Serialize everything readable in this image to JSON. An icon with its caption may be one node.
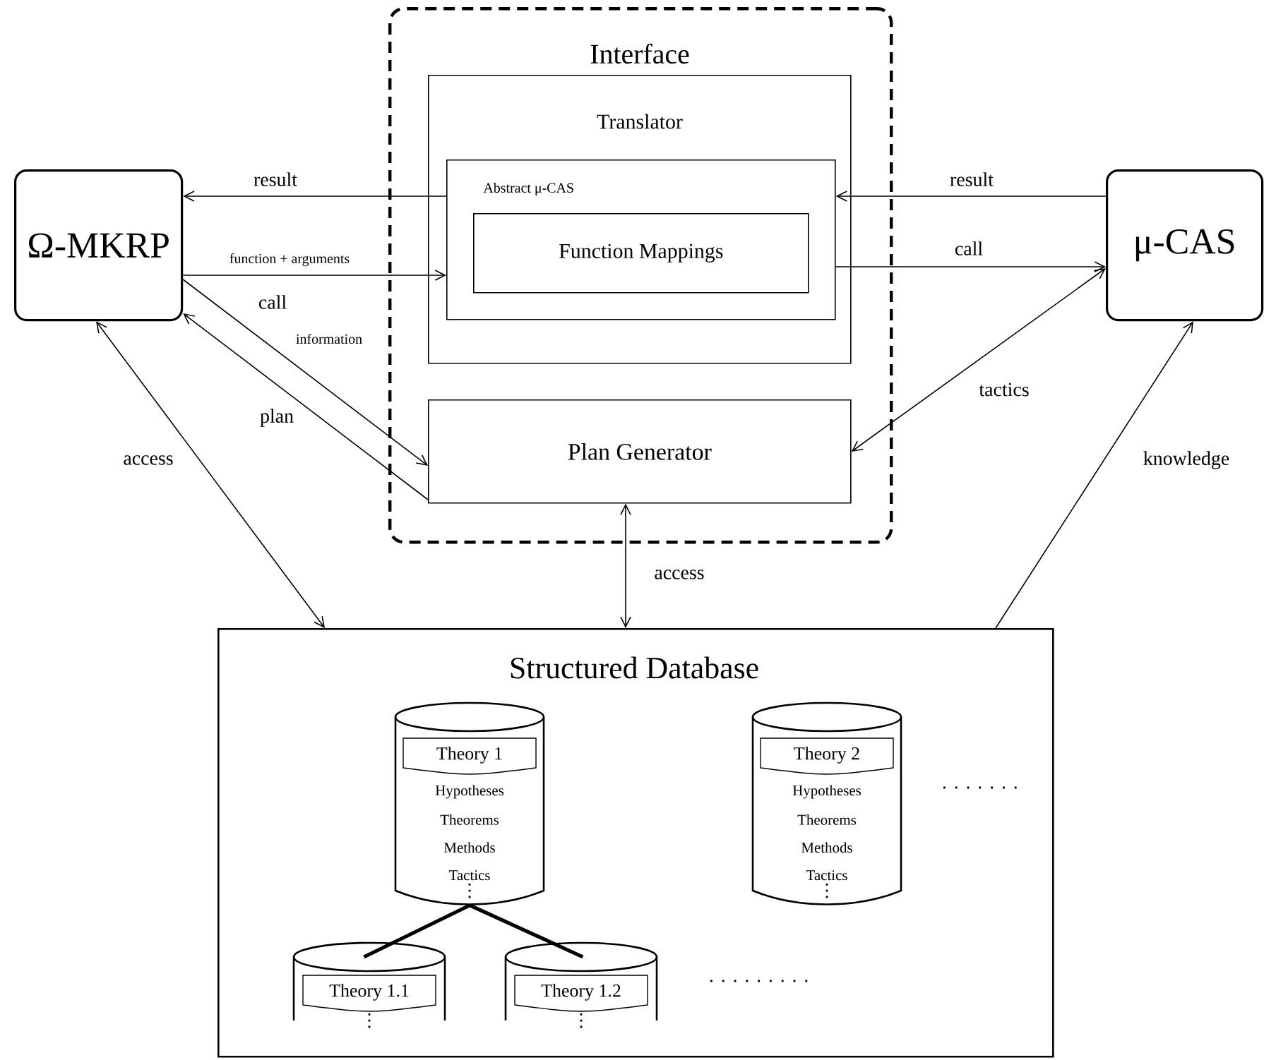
{
  "diagram": {
    "nodes": [
      {
        "text": [
          "Ω-MKRP"
        ]
      },
      {
        "text": [
          "Interface"
        ]
      },
      {
        "text": [
          "Translator"
        ],
        "in": 1
      },
      {
        "text": [
          "Abstract  μ-CAS"
        ],
        "in": 2
      },
      {
        "text": [
          "Function Mappings"
        ],
        "in": 3
      },
      {
        "text": [
          "Plan Generator"
        ],
        "in": 1
      },
      {
        "text": [
          "μ-CAS"
        ]
      },
      {
        "text": [
          "Structured Database"
        ]
      },
      {
        "text": [
          "Theory 1",
          "Hypotheses",
          "Theorems",
          "Methods",
          "Tactics"
        ],
        "in": 7
      },
      {
        "text": [
          "Theory 2",
          "Hypotheses",
          "Theorems",
          "Methods",
          "Tactics"
        ],
        "in": 7
      },
      {
        "text": [
          "Theory 1.1"
        ],
        "in": 7
      },
      {
        "text": [
          "Theory 1.2"
        ],
        "in": 7
      }
    ],
    "edges": [
      {
        "from": 3,
        "to": 0,
        "arrow": "to",
        "label": "result"
      },
      {
        "from": 0,
        "to": 3,
        "arrow": "to",
        "label": "function + arguments"
      },
      {
        "from": 0,
        "to": 5,
        "arrow": "to",
        "label": "call"
      },
      {
        "from": 5,
        "to": 0,
        "arrow": "to",
        "label": "plan"
      },
      {
        "from": 0,
        "to": 7,
        "arrow": "both",
        "label": "access"
      },
      {
        "from": 6,
        "to": 3,
        "arrow": "to",
        "label": "result"
      },
      {
        "from": 3,
        "to": 6,
        "arrow": "to",
        "label": "call"
      },
      {
        "from": 6,
        "to": 5,
        "arrow": "both",
        "label": "tactics"
      },
      {
        "from": 7,
        "to": 6,
        "arrow": "to",
        "label": "knowledge"
      },
      {
        "from": 5,
        "to": 7,
        "arrow": "both",
        "label": "access"
      },
      {
        "from": 8,
        "to": 10,
        "arrow": "none",
        "style": "thick"
      },
      {
        "from": 8,
        "to": 11,
        "arrow": "none",
        "style": "thick"
      }
    ],
    "labels": [
      "information"
    ]
  }
}
